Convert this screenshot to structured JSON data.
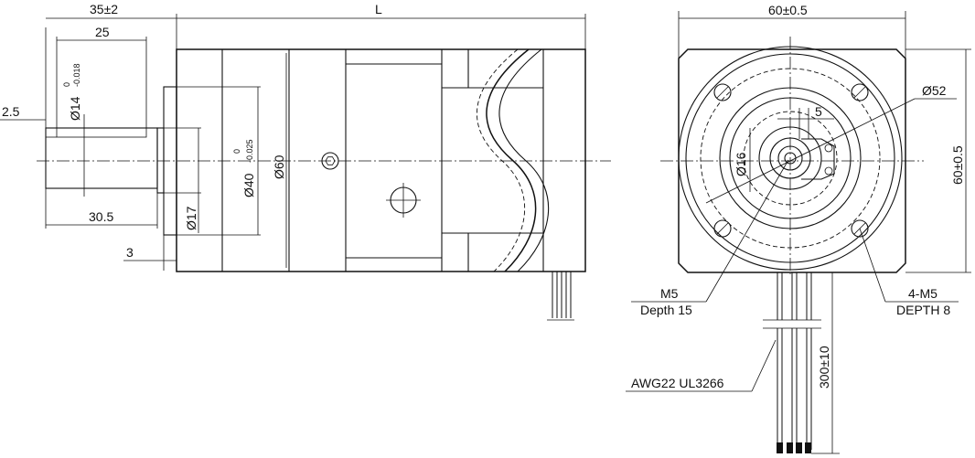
{
  "dimensions": {
    "flange_len": "35±2",
    "total_len": "L",
    "shaft_len": "25",
    "shaft_dia": "Ø14",
    "shaft_tol_upper": "0",
    "shaft_tol_lower": "-0.018",
    "key_offset": "2.5",
    "shaft_ext": "30.5",
    "boss_gap": "3",
    "hub_dia": "Ø17",
    "pilot_dia": "Ø40",
    "pilot_tol_upper": "0",
    "pilot_tol_lower": "-0.025",
    "body_dia": "Ø60",
    "front_width": "60±0.5",
    "front_height": "60±0.5",
    "bolt_circle": "Ø52",
    "key_width": "5",
    "bore_dia": "Ø16",
    "thread_center": "M5",
    "thread_center_depth": "Depth 15",
    "mount_holes": "4-M5",
    "mount_holes_depth": "DEPTH 8",
    "wire_len": "300±10",
    "wire_spec": "AWG22 UL3266"
  }
}
